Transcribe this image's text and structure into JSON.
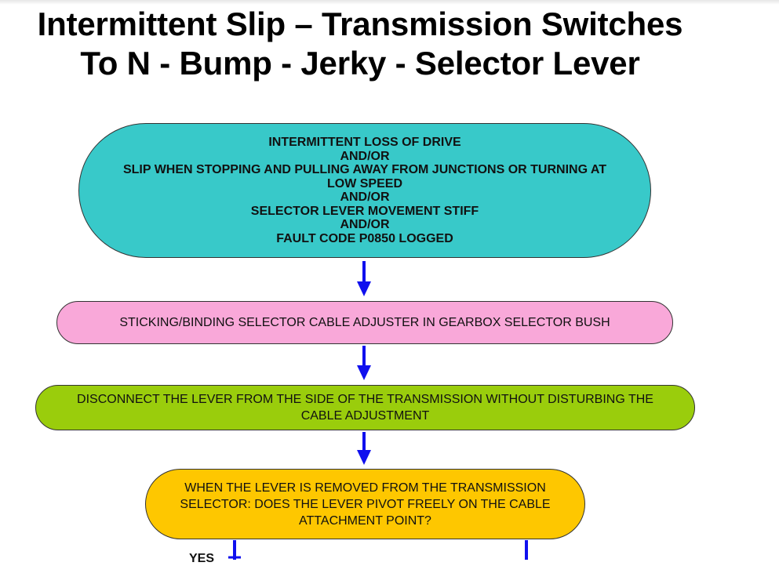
{
  "title": {
    "line1": "Intermittent Slip – Transmission Switches",
    "line2": "To N - Bump - Jerky - Selector Lever"
  },
  "nodes": {
    "start": {
      "lines": [
        "INTERMITTENT LOSS OF DRIVE",
        "AND/OR",
        "SLIP WHEN STOPPING AND PULLING AWAY FROM JUNCTIONS OR TURNING AT",
        "LOW SPEED",
        "AND/OR",
        "SELECTOR LEVER MOVEMENT STIFF",
        "AND/OR",
        "FAULT CODE P0850 LOGGED"
      ],
      "color": "#38c9c9"
    },
    "cause": {
      "lines": [
        "STICKING/BINDING SELECTOR CABLE ADJUSTER IN GEARBOX SELECTOR BUSH"
      ],
      "color": "#f9a8d9"
    },
    "action": {
      "lines": [
        "DISCONNECT THE LEVER FROM THE SIDE OF THE TRANSMISSION WITHOUT DISTURBING THE",
        "CABLE ADJUSTMENT"
      ],
      "color": "#9acd0c"
    },
    "question": {
      "lines": [
        "WHEN THE LEVER IS REMOVED FROM THE TRANSMISSION",
        "SELECTOR: DOES THE LEVER PIVOT FREELY ON THE CABLE",
        "ATTACHMENT POINT?"
      ],
      "color": "#fec700"
    }
  },
  "edges": {
    "yes_label": "YES",
    "arrow_color": "#1010ee"
  }
}
